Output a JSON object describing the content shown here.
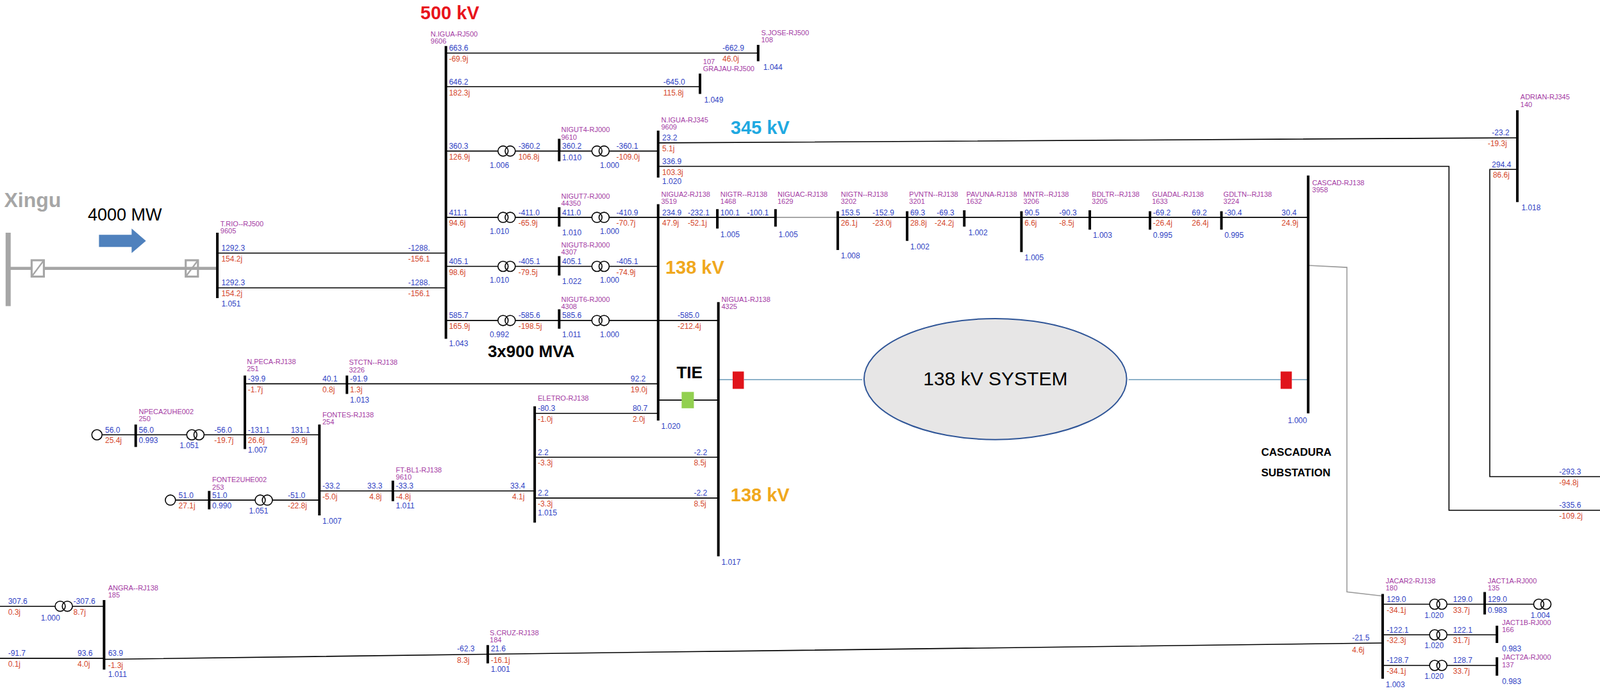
{
  "diagram": {
    "nodes": [
      {
        "text": [
          "138 kV SYSTEM"
        ]
      }
    ],
    "labels": [
      "500 kV",
      "345 kV",
      "138 kV",
      "138 kV",
      "Xingu",
      "4000 MW",
      "3x900 MVA",
      "TIE",
      "CASCADURA",
      "SUBSTATION",
      "N.IGUA-RJ500",
      "9606",
      "663.6",
      "-69.9j",
      "S.JOSE-RJ500",
      "108",
      "-662.9",
      "46.0j",
      "1.044",
      "646.2",
      "182.3j",
      "-645.0",
      "115.8j",
      "107",
      "GRAJAU-RJ500",
      "1.049",
      "1.043",
      "360.3",
      "126.9j",
      "1.006",
      "-360.2",
      "106.8j",
      "NIGUT4-RJ000",
      "9610",
      "360.2",
      "1.010",
      "1.000",
      "-360.1",
      "-109.0j",
      "N.IGUA-RJ345",
      "9609",
      "23.2",
      "5.1j",
      "336.9",
      "103.3j",
      "1.020",
      "ADRIAN-RJ345",
      "140",
      "-23.2",
      "-19.3j",
      "294.4",
      "86.6j",
      "1.018",
      "-293.3",
      "-94.8j",
      "-335.6",
      "-109.2j",
      "411.1",
      "94.6j",
      "1.010",
      "-411.0",
      "-65.9j",
      "NIGUT7-RJ000",
      "44350",
      "411.0",
      "1.010",
      "1.000",
      "-410.9",
      "-70.7j",
      "NIGUA2-RJ138",
      "3519",
      "234.9",
      "47.9j",
      "NIGTR--RJ138",
      "1468",
      "-232.1",
      "-52.1j",
      "100.1",
      "-100.1",
      "1.005",
      "NIGUAC-RJ138",
      "1629",
      "1.005",
      "NIGTN--RJ138",
      "3202",
      "153.5",
      "26.1j",
      "-152.9",
      "-23.0j",
      "1.008",
      "PVNTN--RJ138",
      "3201",
      "69.3",
      "-69.3",
      "28.8j",
      "-24.2j",
      "1.002",
      "PAVUNA-RJ138",
      "1632",
      "1.002",
      "MNTR--RJ138",
      "3206",
      "90.5",
      "-90.3",
      "6.6j",
      "-8.5j",
      "1.005",
      "BDLTR--RJ138",
      "3205",
      "1.003",
      "GUADAL-RJ138",
      "1633",
      "-69.2",
      "69.2",
      "-26.4j",
      "26.4j",
      "0.995",
      "GDLTN--RJ138",
      "3224",
      "-30.4",
      "0.995",
      "30.4",
      "24.9j",
      "CASCAD-RJ138",
      "3958",
      "1.000",
      "405.1",
      "98.6j",
      "1.010",
      "-405.1",
      "-79.5j",
      "NIGUT8-RJ000",
      "4307",
      "405.1",
      "1.022",
      "1.000",
      "-405.1",
      "-74.9j",
      "585.7",
      "165.9j",
      "0.992",
      "-585.6",
      "-198.5j",
      "NIGUT6-RJ000",
      "4308",
      "585.6",
      "1.011",
      "1.000",
      "-585.0",
      "-212.4j",
      "NIGUA1-RJ138",
      "4325",
      "1.017",
      "T.RIO--RJ500",
      "9605",
      "1292.3",
      "154.2j",
      "-1288.",
      "-156.1",
      "1292.3",
      "154.2j",
      "-1288.",
      "-156.1",
      "1.051",
      "N.PECA-RJ138",
      "251",
      "-39.9",
      "-1.7j",
      "40.1",
      "0.8j",
      "STCTN--RJ138",
      "3226",
      "-91.9",
      "1.3j",
      "1.013",
      "92.2",
      "19.0j",
      "NPECA2UHE002",
      "250",
      "56.0",
      "25.4j",
      "56.0",
      "0.993",
      "1.051",
      "-56.0",
      "-19.7j",
      "-131.1",
      "26.6j",
      "1.007",
      "131.1",
      "29.9j",
      "FONTES-RJ138",
      "254",
      "1.007",
      "FONTE2UHE002",
      "253",
      "51.0",
      "27.1j",
      "51.0",
      "0.990",
      "1.051",
      "-51.0",
      "-22.8j",
      "-33.2",
      "-5.0j",
      "33.3",
      "4.8j",
      "FT-BL1-RJ138",
      "9610",
      "-33.3",
      "-4.8j",
      "1.011",
      "33.4",
      "4.1j",
      "ELETRO-RJ138",
      "-80.3",
      "-1.0j",
      "80.7",
      "2.0j",
      "1.020",
      "2.2",
      "-3.3j",
      "-2.2",
      "8.5j",
      "2.2",
      "-3.3j",
      "-2.2",
      "8.5j",
      "1.015",
      "JACAR2-RJ138",
      "180",
      "129.0",
      "-34.1j",
      "1.020",
      "129.0",
      "33.7j",
      "JACT1A-RJ000",
      "135",
      "129.0",
      "0.983",
      "1.004",
      "-122.1",
      "-32.3j",
      "1.020",
      "122.1",
      "31.7j",
      "JACT1B-RJ000",
      "166",
      "0.983",
      "-128.7",
      "-34.1j",
      "1.020",
      "128.7",
      "33.7j",
      "JACT2A-RJ000",
      "137",
      "0.983",
      "-21.5",
      "4.6j",
      "1.003",
      "ANGRA--RJ138",
      "185",
      "307.6",
      "0.3j",
      "1.000",
      "-307.6",
      "8.7j",
      "-91.7",
      "0.1j",
      "93.6",
      "4.0j",
      "63.9",
      "-1.3j",
      "1.011",
      "S.CRUZ-RJ138",
      "184",
      "-62.3",
      "8.3j",
      "21.6",
      "-16.1j",
      "1.001"
    ]
  }
}
